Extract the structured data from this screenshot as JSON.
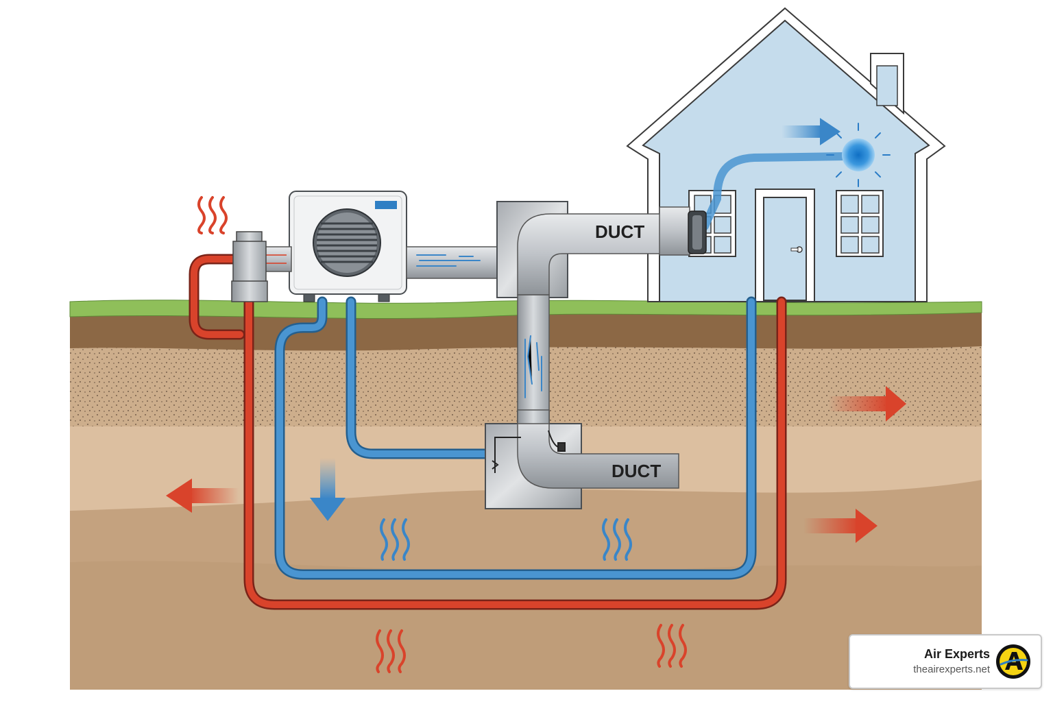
{
  "labels": {
    "duct_upper": "DUCT",
    "duct_lower": "DUCT"
  },
  "brand": {
    "name": "Air Experts",
    "url": "theairexperts.net",
    "logo_letter": "A"
  },
  "colors": {
    "sky_house": "#c5dcec",
    "grass": "#8fbf5a",
    "topsoil": "#8c6845",
    "gravel": "#c9a987",
    "subsoil_light": "#dcbfa0",
    "subsoil_deep": "#c4a27f",
    "hot_pipe": "#d9432b",
    "cold_pipe": "#4a95d1",
    "duct_metal": "#bfc3c8",
    "logo_yellow": "#f5d312"
  },
  "icons": {
    "heat_waves_hot": "wavy-heat-lines-icon",
    "heat_waves_cold": "wavy-cold-lines-icon",
    "sun": "sun-icon",
    "arrow": "flow-arrow-icon"
  }
}
